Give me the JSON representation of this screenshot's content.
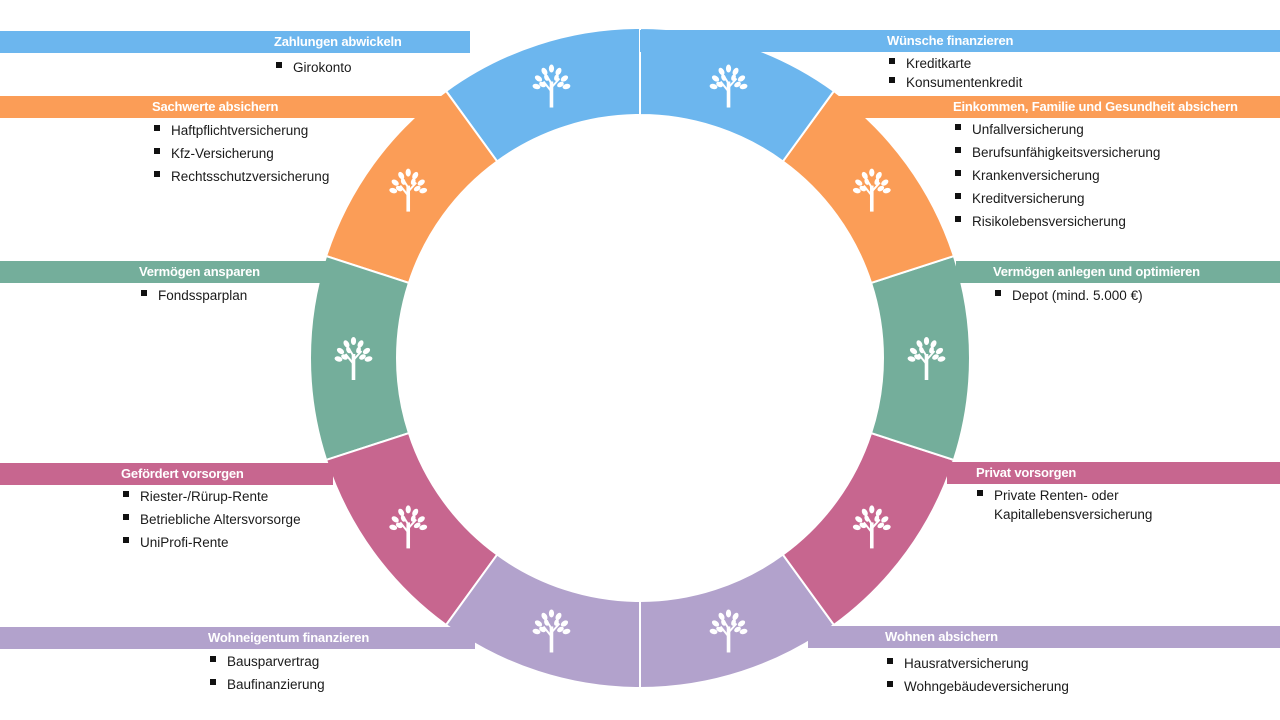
{
  "colors": {
    "blue": "#6cb6ee",
    "orange": "#fb9d57",
    "green": "#74ae9b",
    "pink": "#c7668f",
    "purple": "#b2a2cc"
  },
  "icons": {
    "segment_icon": "tree-icon"
  },
  "categories": [
    {
      "key": "zahlungen",
      "title": "Zahlungen abwickeln",
      "color": "blue",
      "items": [
        "Girokonto"
      ]
    },
    {
      "key": "wuensche",
      "title": "Wünsche finanzieren",
      "color": "blue",
      "items": [
        "Kreditkarte",
        "Konsumentenkredit"
      ]
    },
    {
      "key": "sachwerte",
      "title": "Sachwerte absichern",
      "color": "orange",
      "items": [
        "Haftpflichtversicherung",
        "Kfz-Versicherung",
        "Rechtsschutzversicherung"
      ]
    },
    {
      "key": "einkommen",
      "title": "Einkommen, Familie und Gesundheit absichern",
      "color": "orange",
      "items": [
        "Unfallversicherung",
        "Berufsunfähigkeitsversicherung",
        "Krankenversicherung",
        "Kreditversicherung",
        "Risikolebensversicherung"
      ]
    },
    {
      "key": "ansparen",
      "title": "Vermögen ansparen",
      "color": "green",
      "items": [
        "Fondssparplan"
      ]
    },
    {
      "key": "anlegen",
      "title": "Vermögen anlegen und optimieren",
      "color": "green",
      "items": [
        "Depot (mind. 5.000 €)"
      ]
    },
    {
      "key": "gefoerdert",
      "title": "Gefördert vorsorgen",
      "color": "pink",
      "items": [
        "Riester-/Rürup-Rente",
        "Betriebliche Altersvorsorge",
        "UniProfi-Rente"
      ]
    },
    {
      "key": "privat",
      "title": "Privat vorsorgen",
      "color": "pink",
      "items": [
        "Private Renten- oder Kapitallebensversicherung"
      ]
    },
    {
      "key": "wohneigentum",
      "title": "Wohneigentum finanzieren",
      "color": "purple",
      "items": [
        "Bausparvertrag",
        "Baufinanzierung"
      ]
    },
    {
      "key": "wohnen",
      "title": "Wohnen absichern",
      "color": "purple",
      "items": [
        "Hausratversicherung",
        "Wohngebäudeversicherung"
      ]
    }
  ],
  "ring_segments": [
    {
      "color": "blue"
    },
    {
      "color": "orange"
    },
    {
      "color": "green"
    },
    {
      "color": "pink"
    },
    {
      "color": "purple"
    },
    {
      "color": "purple"
    },
    {
      "color": "pink"
    },
    {
      "color": "green"
    },
    {
      "color": "orange"
    },
    {
      "color": "blue"
    }
  ]
}
